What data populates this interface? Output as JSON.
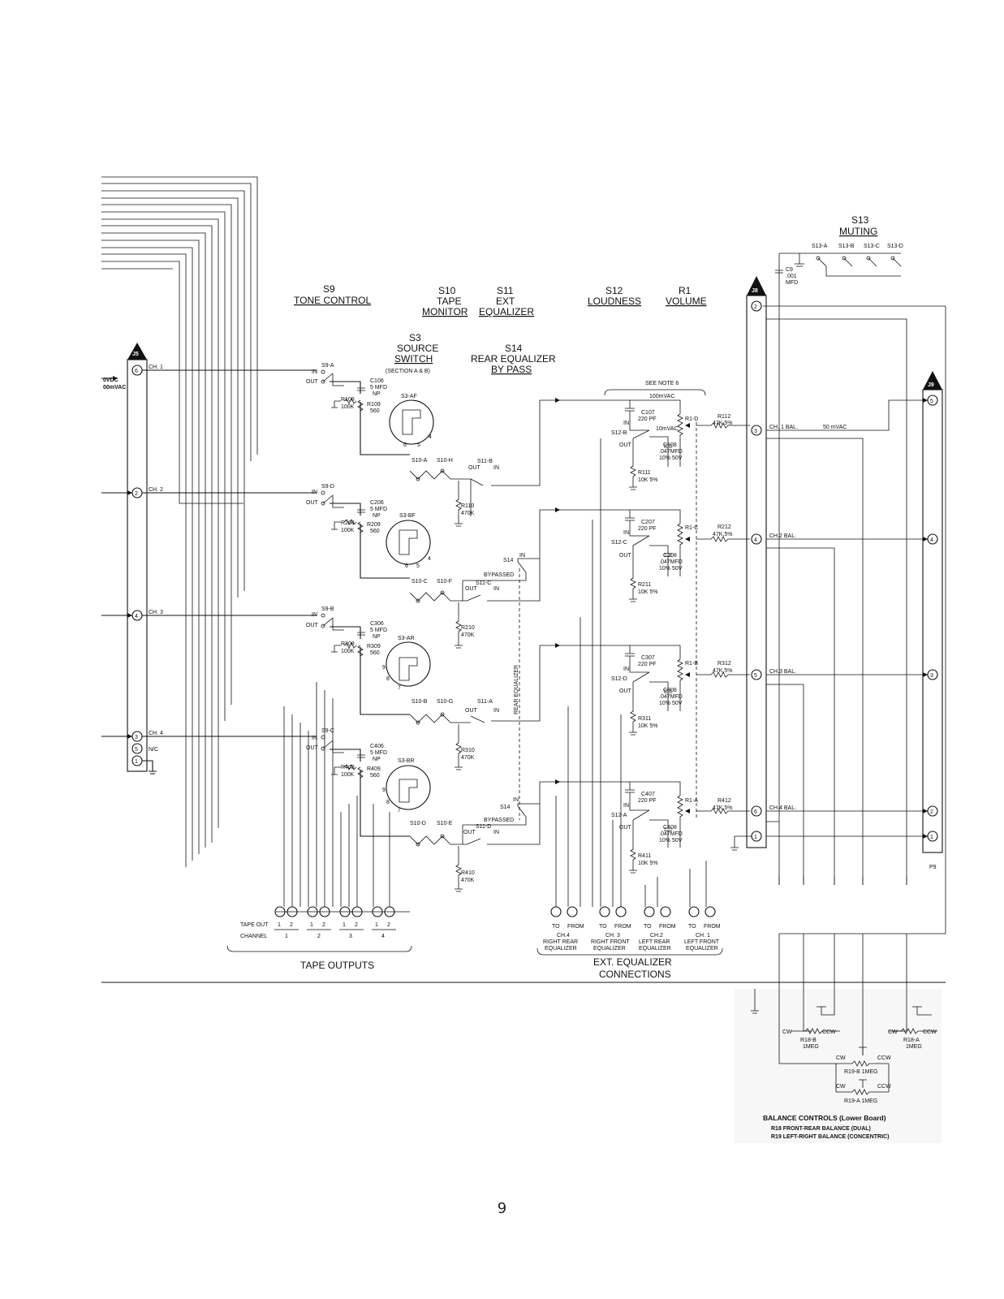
{
  "headings": {
    "s9": "S9",
    "s9_sub": "TONE CONTROL",
    "s10": "S10",
    "s10_sub1": "TAPE",
    "s10_sub2": "MONITOR",
    "s11": "S11",
    "s11_sub1": "EXT",
    "s11_sub2": "EQUALIZER",
    "s12": "S12",
    "s12_sub": "LOUDNESS",
    "r1": "R1",
    "r1_sub": "VOLUME",
    "s13": "S13",
    "s13_sub": "MUTING",
    "s3": "S3",
    "s3_sub1": "SOURCE",
    "s3_sub2": "SWITCH",
    "s3_sub3": "(SECTION A & B)",
    "s14": "S14",
    "s14_sub1": "REAR EQUALIZER",
    "s14_sub2": "BY PASS",
    "see_note": "SEE NOTE 6"
  },
  "muting_labels": [
    "S13-A",
    "S13-B",
    "S13-C",
    "S13-D"
  ],
  "c9": [
    "C9",
    ".001",
    "MFD"
  ],
  "connectors": {
    "j5": "J5",
    "j8": "J8",
    "j9": "J9",
    "p9": "P9"
  },
  "j5_labels": {
    "vdc1": "0VDC",
    "vdc2": "00mVAC"
  },
  "channels": [
    {
      "ch": "CH. 1",
      "pin": "6",
      "s9": "S9-A",
      "cap": [
        "C106",
        "5 MFD",
        "NP"
      ],
      "r1": [
        "R108",
        "100K"
      ],
      "r2": [
        "R109",
        "560"
      ],
      "s3": "S3-AF",
      "s3pins": [
        "6",
        "5",
        "4"
      ],
      "s10a": "S10-A",
      "s10b": "S10-H",
      "s11": "S11-B",
      "rout": [
        "R110",
        "470K"
      ],
      "c1": [
        "C107",
        "220 PF"
      ],
      "s12": "S12-B",
      "c2": [
        "C108",
        ".047MFD",
        "10% 50V"
      ],
      "r3": [
        "R111",
        "10K 5%"
      ],
      "pot": "R1-D",
      "rbal": [
        "R112",
        "47K,5%"
      ],
      "j8pin": "3",
      "bal": "CH. 1 BAL."
    },
    {
      "ch": "CH. 2",
      "pin": "2",
      "s9": "S9-D",
      "cap": [
        "C206",
        "5 MFD",
        "NP"
      ],
      "r1": [
        "R208",
        "100K"
      ],
      "r2": [
        "R209",
        "560"
      ],
      "s3": "S3-BF",
      "s3pins": [
        "6",
        "5",
        "4"
      ],
      "s10a": "S10-C",
      "s10b": "S10-F",
      "s11": "S11-C",
      "rout": [
        "R210",
        "470K"
      ],
      "c1": [
        "C207",
        "220 PF"
      ],
      "s12": "S12-C",
      "c2": [
        "C208",
        ".047MFD",
        "10% 50V"
      ],
      "r3": [
        "R211",
        "10K 5%"
      ],
      "pot": "R1-C",
      "rbal": [
        "R212",
        "47K,5%"
      ],
      "j8pin": "4",
      "bal": "CH.2 BAL."
    },
    {
      "ch": "CH. 3",
      "pin": "4",
      "s9": "S9-B",
      "cap": [
        "C306",
        "5 MFD",
        "NP"
      ],
      "r1": [
        "R308",
        "100K"
      ],
      "r2": [
        "R309",
        "560"
      ],
      "s3": "S3-AR",
      "s3pins": [
        "9",
        "8",
        "7"
      ],
      "s10a": "S10-B",
      "s10b": "S10-G",
      "s11": "S11-A",
      "rout": [
        "R310",
        "470K"
      ],
      "c1": [
        "C307",
        "220 PF"
      ],
      "s12": "S12-D",
      "c2": [
        "C308",
        ".047MFD",
        "10% 50V"
      ],
      "r3": [
        "R311",
        "10K 5%"
      ],
      "pot": "R1-B",
      "rbal": [
        "R312",
        "47K,5%"
      ],
      "j8pin": "5",
      "bal": "CH.3 BAL."
    },
    {
      "ch": "CH. 4",
      "pin": "3",
      "s9": "S9-C",
      "cap": [
        "C406",
        "5 MFD",
        "NP"
      ],
      "r1": [
        "R408",
        "100K"
      ],
      "r2": [
        "R409",
        "560"
      ],
      "s3": "S3-BR",
      "s3pins": [
        "9",
        "8",
        "7"
      ],
      "s10a": "S10-D",
      "s10b": "S10-E",
      "s11": "S11-D",
      "rout": [
        "R410",
        "470K"
      ],
      "c1": [
        "C407",
        "220 PF"
      ],
      "s12": "S12-A",
      "c2": [
        "C408",
        ".047MFD",
        "10% 50V"
      ],
      "r3": [
        "R411",
        "10K 5%"
      ],
      "pot": "R1-A",
      "rbal": [
        "R412",
        "47K,5%"
      ],
      "j8pin": "6",
      "bal": "CH.4 BAL."
    }
  ],
  "extra_j5_pins": [
    {
      "pin": "5",
      "label": "N/C"
    },
    {
      "pin": "1",
      "label": ""
    }
  ],
  "signal_levels": {
    "top": "100mVAC",
    "mid": "10mVAC",
    "out": "50 mVAC"
  },
  "switch_terms": {
    "in": "IN",
    "out": "OUT",
    "bypassed": "BYPASSED",
    "s14": "S14",
    "rear_eq": "REAR EQUALIZER"
  },
  "j8_extra_pins": [
    "2",
    "1"
  ],
  "j9_pins": [
    "5",
    "4",
    "3",
    "2",
    "1"
  ],
  "tape_outputs": {
    "tape_out_label": "TAPE OUT",
    "channel_label": "CHANNEL",
    "jack_numbers": [
      "1",
      "2"
    ],
    "channels": [
      "1",
      "2",
      "3",
      "4"
    ],
    "title": "TAPE OUTPUTS"
  },
  "ext_equalizer": {
    "to": "TO",
    "from": "FROM",
    "groups": [
      {
        "ch": "CH.4",
        "line1": "RIGHT REAR",
        "line2": "EQUALIZER"
      },
      {
        "ch": "CH. 3",
        "line1": "RIGHT FRONT",
        "line2": "EQUALIZER"
      },
      {
        "ch": "CH.2",
        "line1": "LEFT REAR",
        "line2": "EQUALIZER"
      },
      {
        "ch": "CH. 1",
        "line1": "LEFT FRONT",
        "line2": "EQUALIZER"
      }
    ],
    "title1": "EXT. EQUALIZER",
    "title2": "CONNECTIONS"
  },
  "balance": {
    "cw": "CW",
    "ccw": "CCW",
    "r18b": [
      "R18-B",
      "1MEG"
    ],
    "r18a": [
      "R18-A",
      "1MEG"
    ],
    "r19b": "R19-B 1MEG",
    "r19a": "R19-A 1MEG",
    "title": "BALANCE CONTROLS (Lower Board)",
    "line1": "R18 FRONT-REAR BALANCE (DUAL)",
    "line2": "R19 LEFT-RIGHT BALANCE (CONCENTRIC)"
  },
  "page_number": "9"
}
